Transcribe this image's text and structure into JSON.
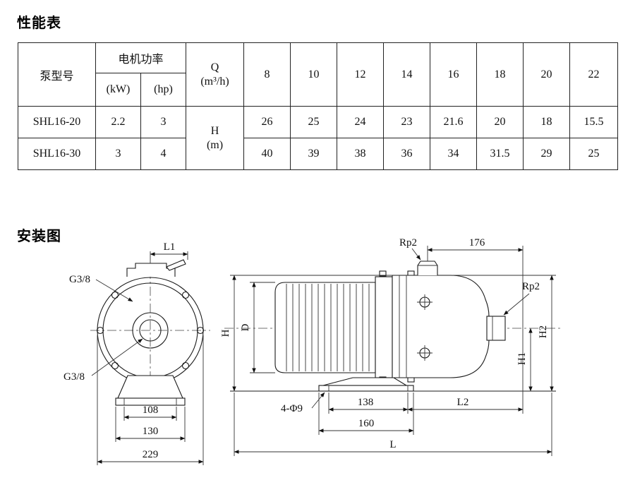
{
  "page": {
    "performance_title": "性能表",
    "installation_title": "安装图"
  },
  "performance_table": {
    "pump_model_header": "泵型号",
    "motor_power_header": "电机功率",
    "kw_header": "(kW)",
    "hp_header": "(hp)",
    "flow_label": "Q",
    "flow_unit": "(m³/h)",
    "head_label": "H",
    "head_unit": "(m)",
    "flow_values": [
      "8",
      "10",
      "12",
      "14",
      "16",
      "18",
      "20",
      "22"
    ],
    "rows": [
      {
        "model": "SHL16-20",
        "kw": "2.2",
        "hp": "3",
        "heads": [
          "26",
          "25",
          "24",
          "23",
          "21.6",
          "20",
          "18",
          "15.5"
        ]
      },
      {
        "model": "SHL16-30",
        "kw": "3",
        "hp": "4",
        "heads": [
          "40",
          "39",
          "38",
          "36",
          "34",
          "31.5",
          "29",
          "25"
        ]
      }
    ]
  },
  "diagram": {
    "front_view": {
      "l1": "L1",
      "g38_top": "G3/8",
      "g38_bottom": "G3/8",
      "dim_108": "108",
      "dim_130": "130",
      "dim_229": "229"
    },
    "side_view": {
      "rp2_top": "Rp2",
      "dim_176": "176",
      "rp2_side": "Rp2",
      "dim_h": "H",
      "dim_d": "D",
      "dim_h1": "H1",
      "dim_h2": "H2",
      "bolt_holes": "4-Φ9",
      "dim_138": "138",
      "dim_l2": "L2",
      "dim_160": "160",
      "dim_l": "L"
    }
  }
}
